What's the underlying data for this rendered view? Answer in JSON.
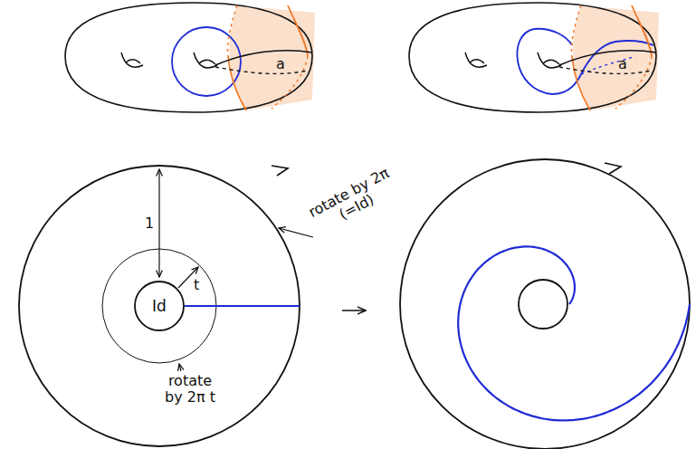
{
  "diagram": {
    "nodes": [
      {
        "text": [
          "Id"
        ]
      }
    ],
    "labels": [
      "a",
      "a",
      "1",
      "t",
      "rotate by 2π (=Id)",
      "rotate by 2π t"
    ]
  }
}
